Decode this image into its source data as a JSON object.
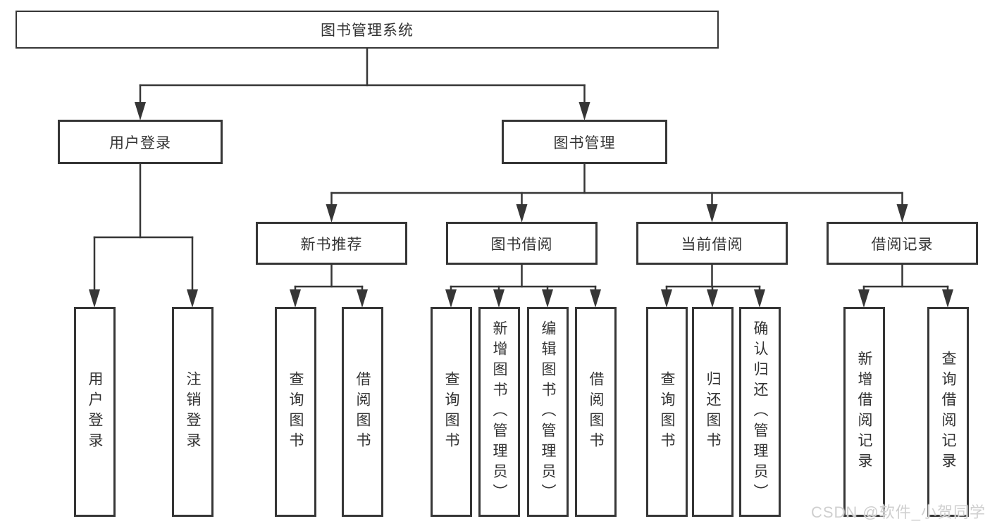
{
  "tree": {
    "root": "图书管理系统",
    "user_login": {
      "label": "用户登录",
      "children": [
        "用户登录",
        "注销登录"
      ]
    },
    "book_mgmt": {
      "label": "图书管理",
      "children": [
        {
          "label": "新书推荐",
          "children": [
            "查询图书",
            "借阅图书"
          ]
        },
        {
          "label": "图书借阅",
          "children": [
            "查询图书",
            "新增图书（管理员）",
            "编辑图书（管理员）",
            "借阅图书"
          ]
        },
        {
          "label": "当前借阅",
          "children": [
            "查询图书",
            "归还图书",
            "确认归还（管理员）"
          ]
        },
        {
          "label": "借阅记录",
          "children": [
            "新增借阅记录",
            "查询借阅记录"
          ]
        }
      ]
    }
  },
  "watermark": "CSDN @软件_小贺同学",
  "colors": {
    "line": "#363636",
    "text": "#333333",
    "watermark": "#cfcfcf",
    "background": "#ffffff"
  }
}
